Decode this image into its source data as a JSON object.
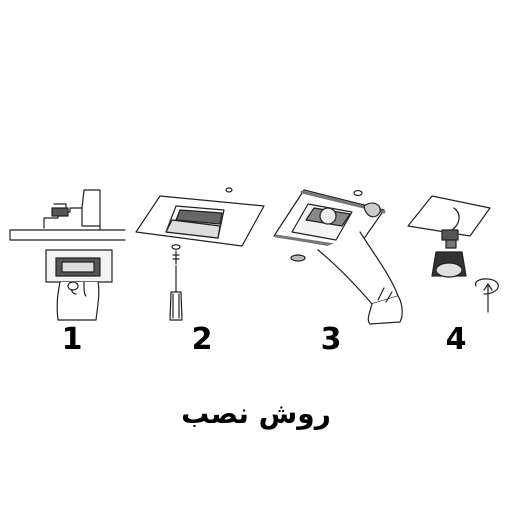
{
  "steps": [
    {
      "number": "1",
      "icon": "ceiling-cutout-insert-icon"
    },
    {
      "number": "2",
      "icon": "screwdriver-fix-frame-icon"
    },
    {
      "number": "3",
      "icon": "apply-plaster-icon"
    },
    {
      "number": "4",
      "icon": "connect-lamp-icon"
    }
  ],
  "caption": "روش نصب"
}
